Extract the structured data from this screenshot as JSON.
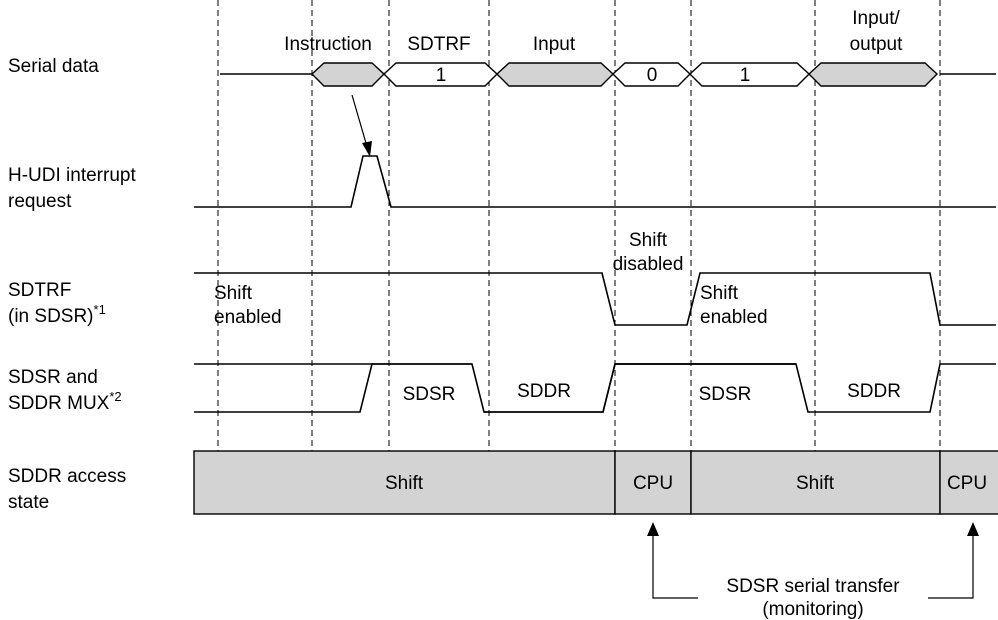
{
  "row_labels": {
    "serial_data": "Serial data",
    "hudi_line1": "H-UDI interrupt",
    "hudi_line2": "request",
    "sdtrf_line1": "SDTRF",
    "sdtrf_line2": "(in SDSR)",
    "sdtrf_note": "*1",
    "mux_line1": "SDSR and",
    "mux_line2": "SDDR MUX",
    "mux_note": "*2",
    "access_line1": "SDDR access",
    "access_line2": "state"
  },
  "serial_data": {
    "instruction_label": "Instruction",
    "sdtrf_label": "SDTRF",
    "input_label": "Input",
    "io_label_line1": "Input/",
    "io_label_line2": "output",
    "cell_1a": "1",
    "cell_0": "0",
    "cell_1b": "1"
  },
  "sdtrf": {
    "shift_enabled_1_line1": "Shift",
    "shift_enabled_1_line2": "enabled",
    "shift_disabled_line1": "Shift",
    "shift_disabled_line2": "disabled",
    "shift_enabled_2_line1": "Shift",
    "shift_enabled_2_line2": "enabled"
  },
  "mux": {
    "sdsr_1": "SDSR",
    "sddr_1": "SDDR",
    "sdsr_2": "SDSR",
    "sddr_2": "SDDR"
  },
  "access": {
    "shift_1": "Shift",
    "cpu_1": "CPU",
    "shift_2": "Shift",
    "cpu_2": "CPU"
  },
  "annotation": {
    "line1": "SDSR serial transfer",
    "line2": "(monitoring)"
  },
  "colors": {
    "fill_gray": "#d3d3d3",
    "line": "#000000"
  }
}
